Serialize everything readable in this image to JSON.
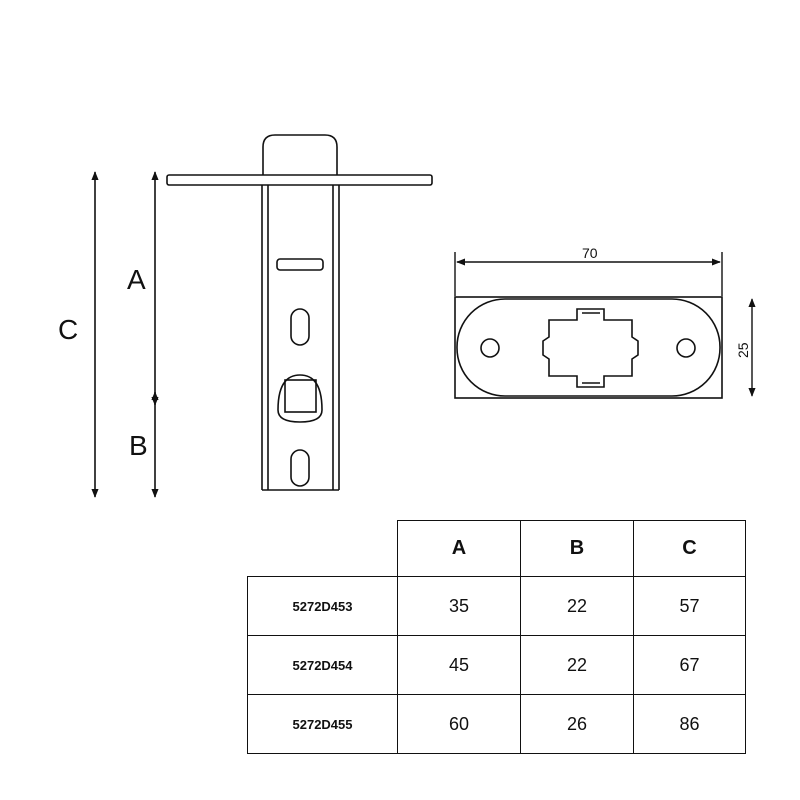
{
  "drawing": {
    "dimension_labels": {
      "a": "A",
      "b": "B",
      "c": "C"
    },
    "plate_width": "70",
    "plate_height": "25"
  },
  "table": {
    "headers": [
      "A",
      "B",
      "C"
    ],
    "rows": [
      {
        "code": "5272D453",
        "values": [
          "35",
          "22",
          "57"
        ]
      },
      {
        "code": "5272D454",
        "values": [
          "45",
          "22",
          "67"
        ]
      },
      {
        "code": "5272D455",
        "values": [
          "60",
          "26",
          "86"
        ]
      }
    ]
  }
}
